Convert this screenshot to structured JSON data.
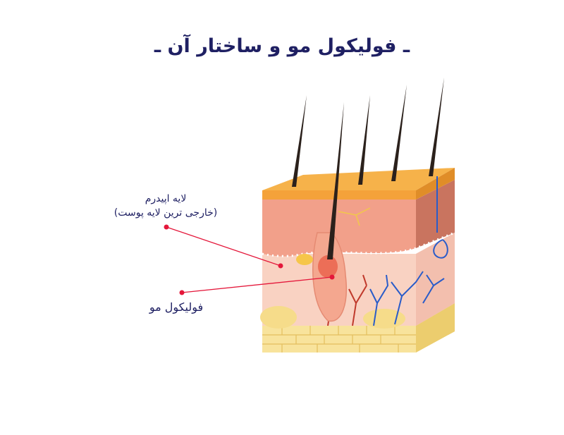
{
  "title": "ـ فولیکول مو و ساختار آن ـ",
  "labels": {
    "epidermis_line1": "لایه اپیدرم",
    "epidermis_line2": "(خارجی ترین لایه پوست)",
    "follicle": "فولیکول مو"
  },
  "colors": {
    "title": "#1f2063",
    "pointer": "#e4173a",
    "epidermis_top": "#f4a23a",
    "epidermis": "#f2a08a",
    "dermis": "#f9d2c2",
    "fat": "#f6dc8a",
    "hair": "#2b211c"
  }
}
